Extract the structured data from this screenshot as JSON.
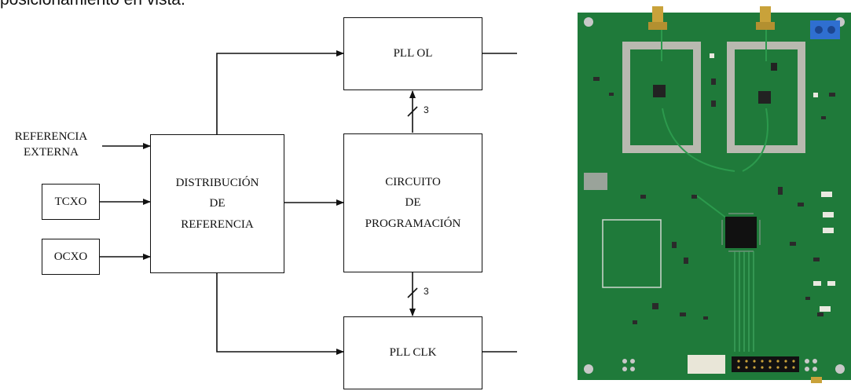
{
  "caption": "posicionamiento en vista.",
  "diagram": {
    "input_label_line1": "REFERENCIA",
    "input_label_line2": "EXTERNA",
    "blocks": {
      "tcxo": "TCXO",
      "ocxo": "OCXO",
      "dist_line1": "DISTRIBUCIÓN",
      "dist_line2": "DE",
      "dist_line3": "REFERENCIA",
      "pll_ol": "PLL OL",
      "prog_line1": "CIRCUITO",
      "prog_line2": "DE",
      "prog_line3": "PROGRAMACIÓN",
      "pll_clk": "PLL CLK"
    },
    "bus_width_top": "3",
    "bus_width_bottom": "3"
  },
  "colors": {
    "pcb_green": "#1f7a3a",
    "trace_silver": "#b9b9b0",
    "connector_blue": "#2f6fd0",
    "sma_gold": "#c9a23a"
  }
}
